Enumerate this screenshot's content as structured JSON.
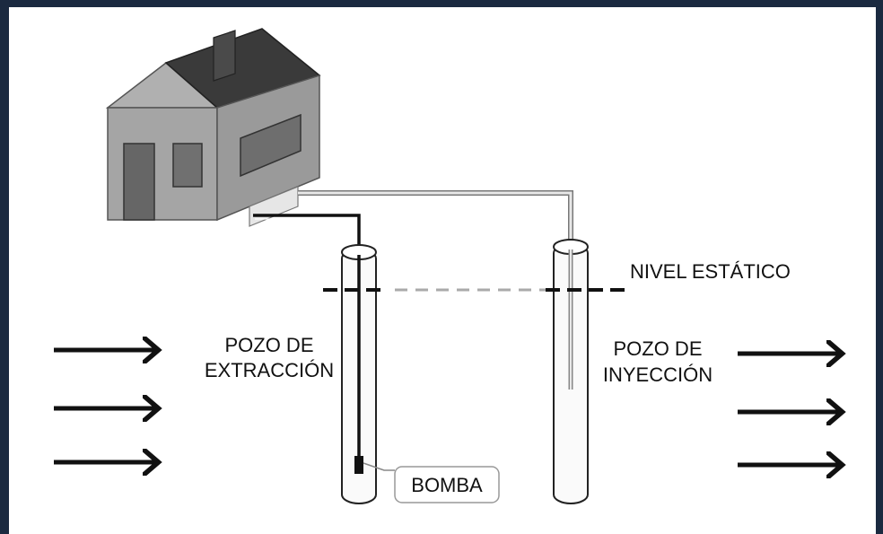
{
  "colors": {
    "frame": "#1b2a40",
    "background": "#ffffff",
    "wall": "#a5a5a5",
    "wall_dark": "#7d7d7d",
    "roof": "#3a3a3a",
    "door": "#666666",
    "ink": "#111111",
    "pipe_light": "#999999",
    "dashed_line": "#aaaaaa"
  },
  "labels": {
    "static_level": "NIVEL ESTÁTICO",
    "extraction_well": [
      "POZO DE",
      "EXTRACCIÓN"
    ],
    "injection_well": [
      "POZO DE",
      "INYECCIÓN"
    ],
    "pump": "BOMBA"
  },
  "icons": {
    "house": "house-icon",
    "inflow_arrows": "arrow-right-icon",
    "outflow_arrows": "arrow-right-icon"
  }
}
